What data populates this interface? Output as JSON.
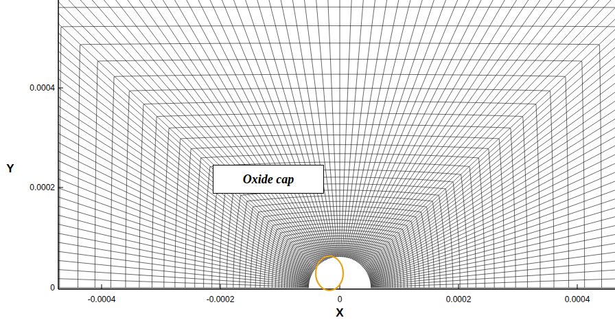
{
  "diagram": {
    "nodes": [
      {
        "text": [
          "Oxide cap"
        ]
      }
    ],
    "labels": [
      "0.0004",
      "0.0002",
      "0",
      "Y",
      "-0.0004",
      "-0.0002",
      "0",
      "0.0002",
      "0.0004",
      "X"
    ]
  }
}
